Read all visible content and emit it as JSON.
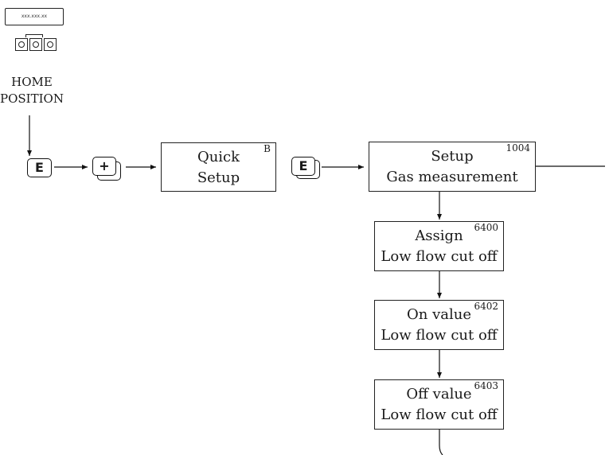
{
  "device": {
    "display_text": "xxx.xxx.xx"
  },
  "home_position": {
    "line1": "HOME",
    "line2": "POSITION"
  },
  "keys": {
    "enter": "E",
    "plus": "+"
  },
  "boxes": [
    {
      "line1": "Quick",
      "line2": "Setup",
      "code": "B"
    },
    {
      "line1": "Setup",
      "line2": "Gas measurement",
      "code": "1004"
    },
    {
      "line1": "Assign",
      "line2": "Low flow cut off",
      "code": "6400"
    },
    {
      "line1": "On value",
      "line2": "Low flow cut off",
      "code": "6402"
    },
    {
      "line1": "Off value",
      "line2": "Low flow cut off",
      "code": "6403"
    }
  ]
}
